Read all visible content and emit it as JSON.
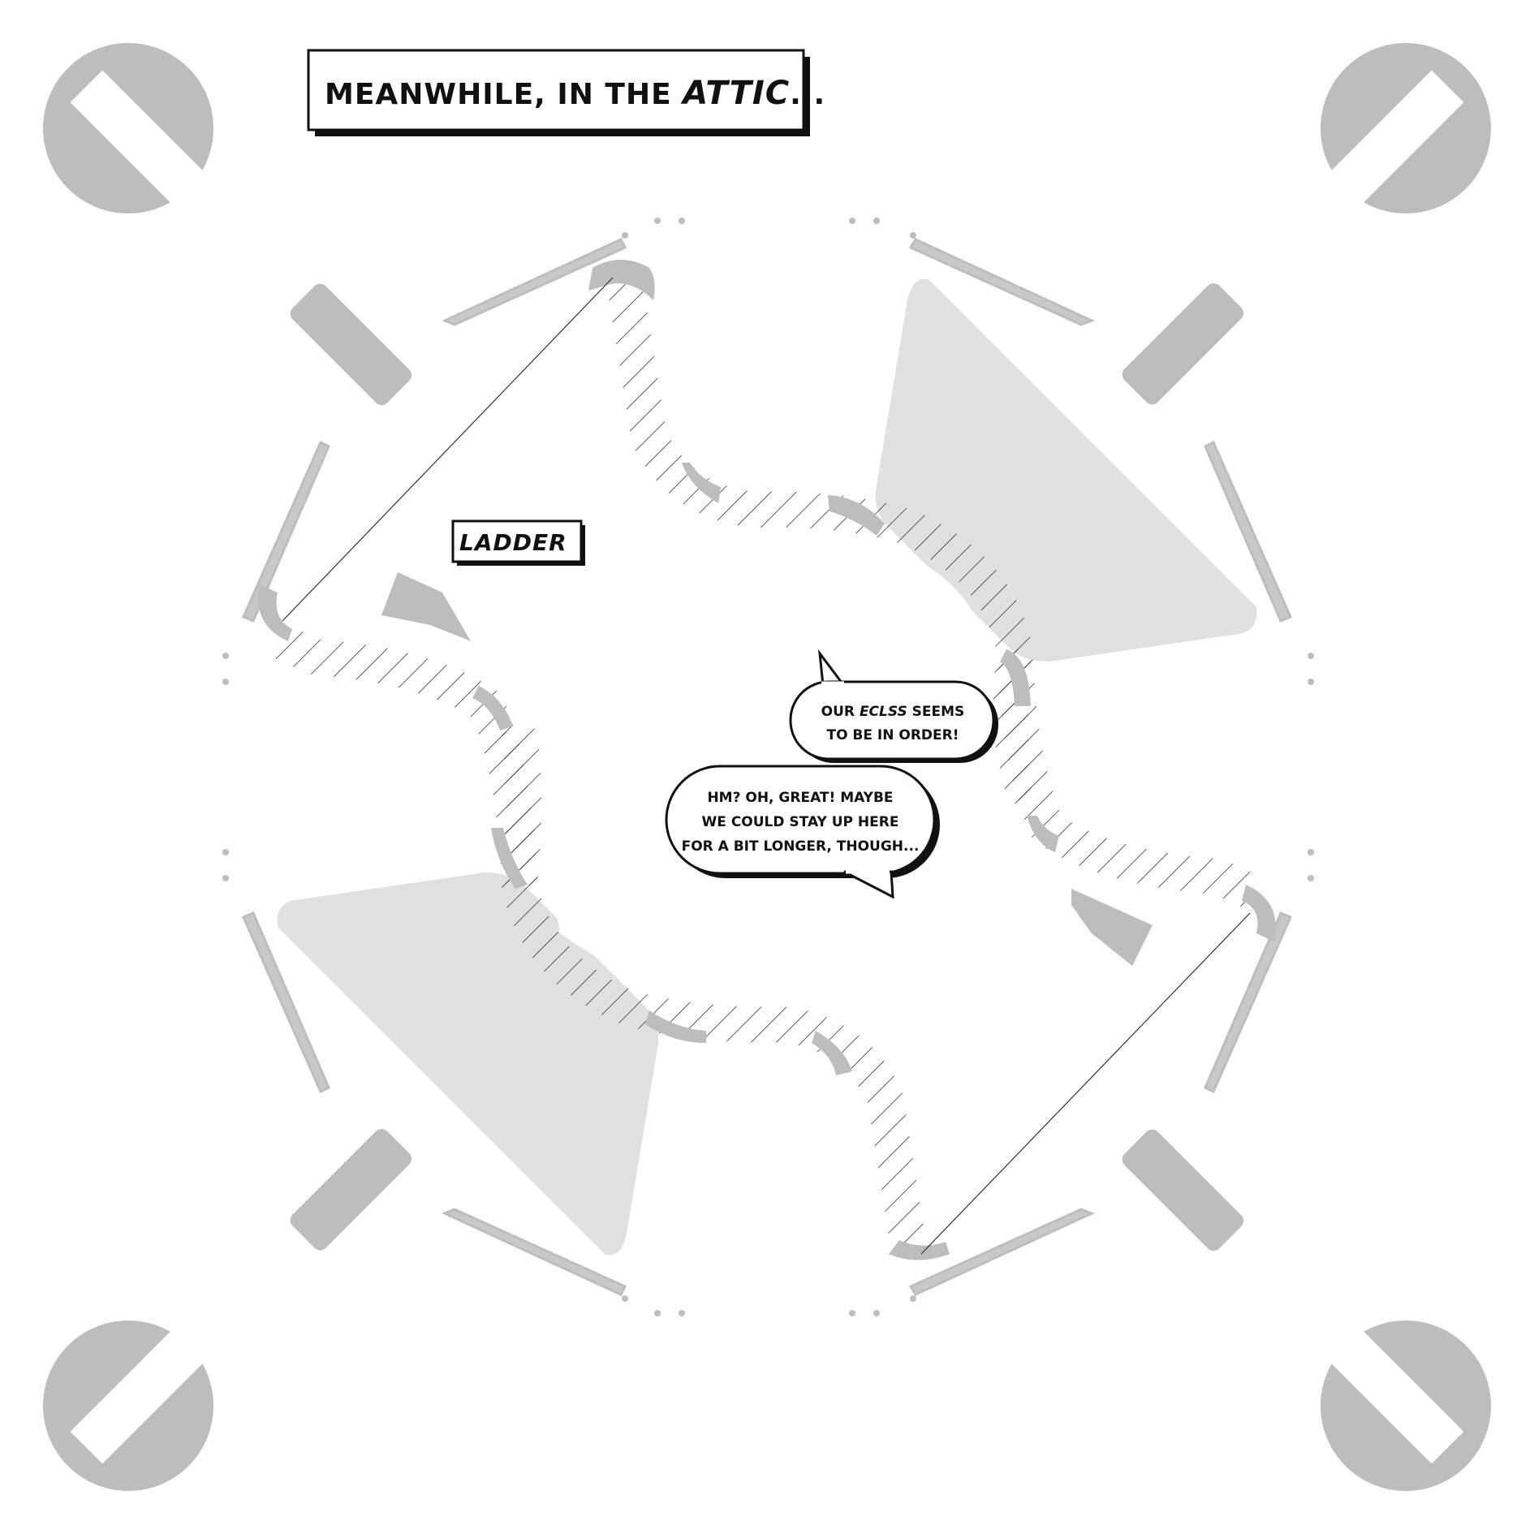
{
  "caption": {
    "prefix": "MEANWHILE, IN THE ",
    "emphasis": "ATTIC",
    "suffix": "..."
  },
  "label_ladder": "LADDER",
  "bubble_1": {
    "line1_prefix": "OUR ",
    "line1_emphasis": "ECLSS",
    "line1_suffix": " SEEMS",
    "line2": "TO BE IN ORDER!"
  },
  "bubble_2": {
    "line1": "HM? OH, GREAT! MAYBE",
    "line2": "WE COULD STAY UP HERE",
    "line3": "FOR A BIT LONGER, THOUGH..."
  },
  "colors": {
    "gray_mark": "#bdbdbd",
    "light_panel": "#e0e0e0",
    "ink": "#111111",
    "paper": "#ffffff"
  }
}
